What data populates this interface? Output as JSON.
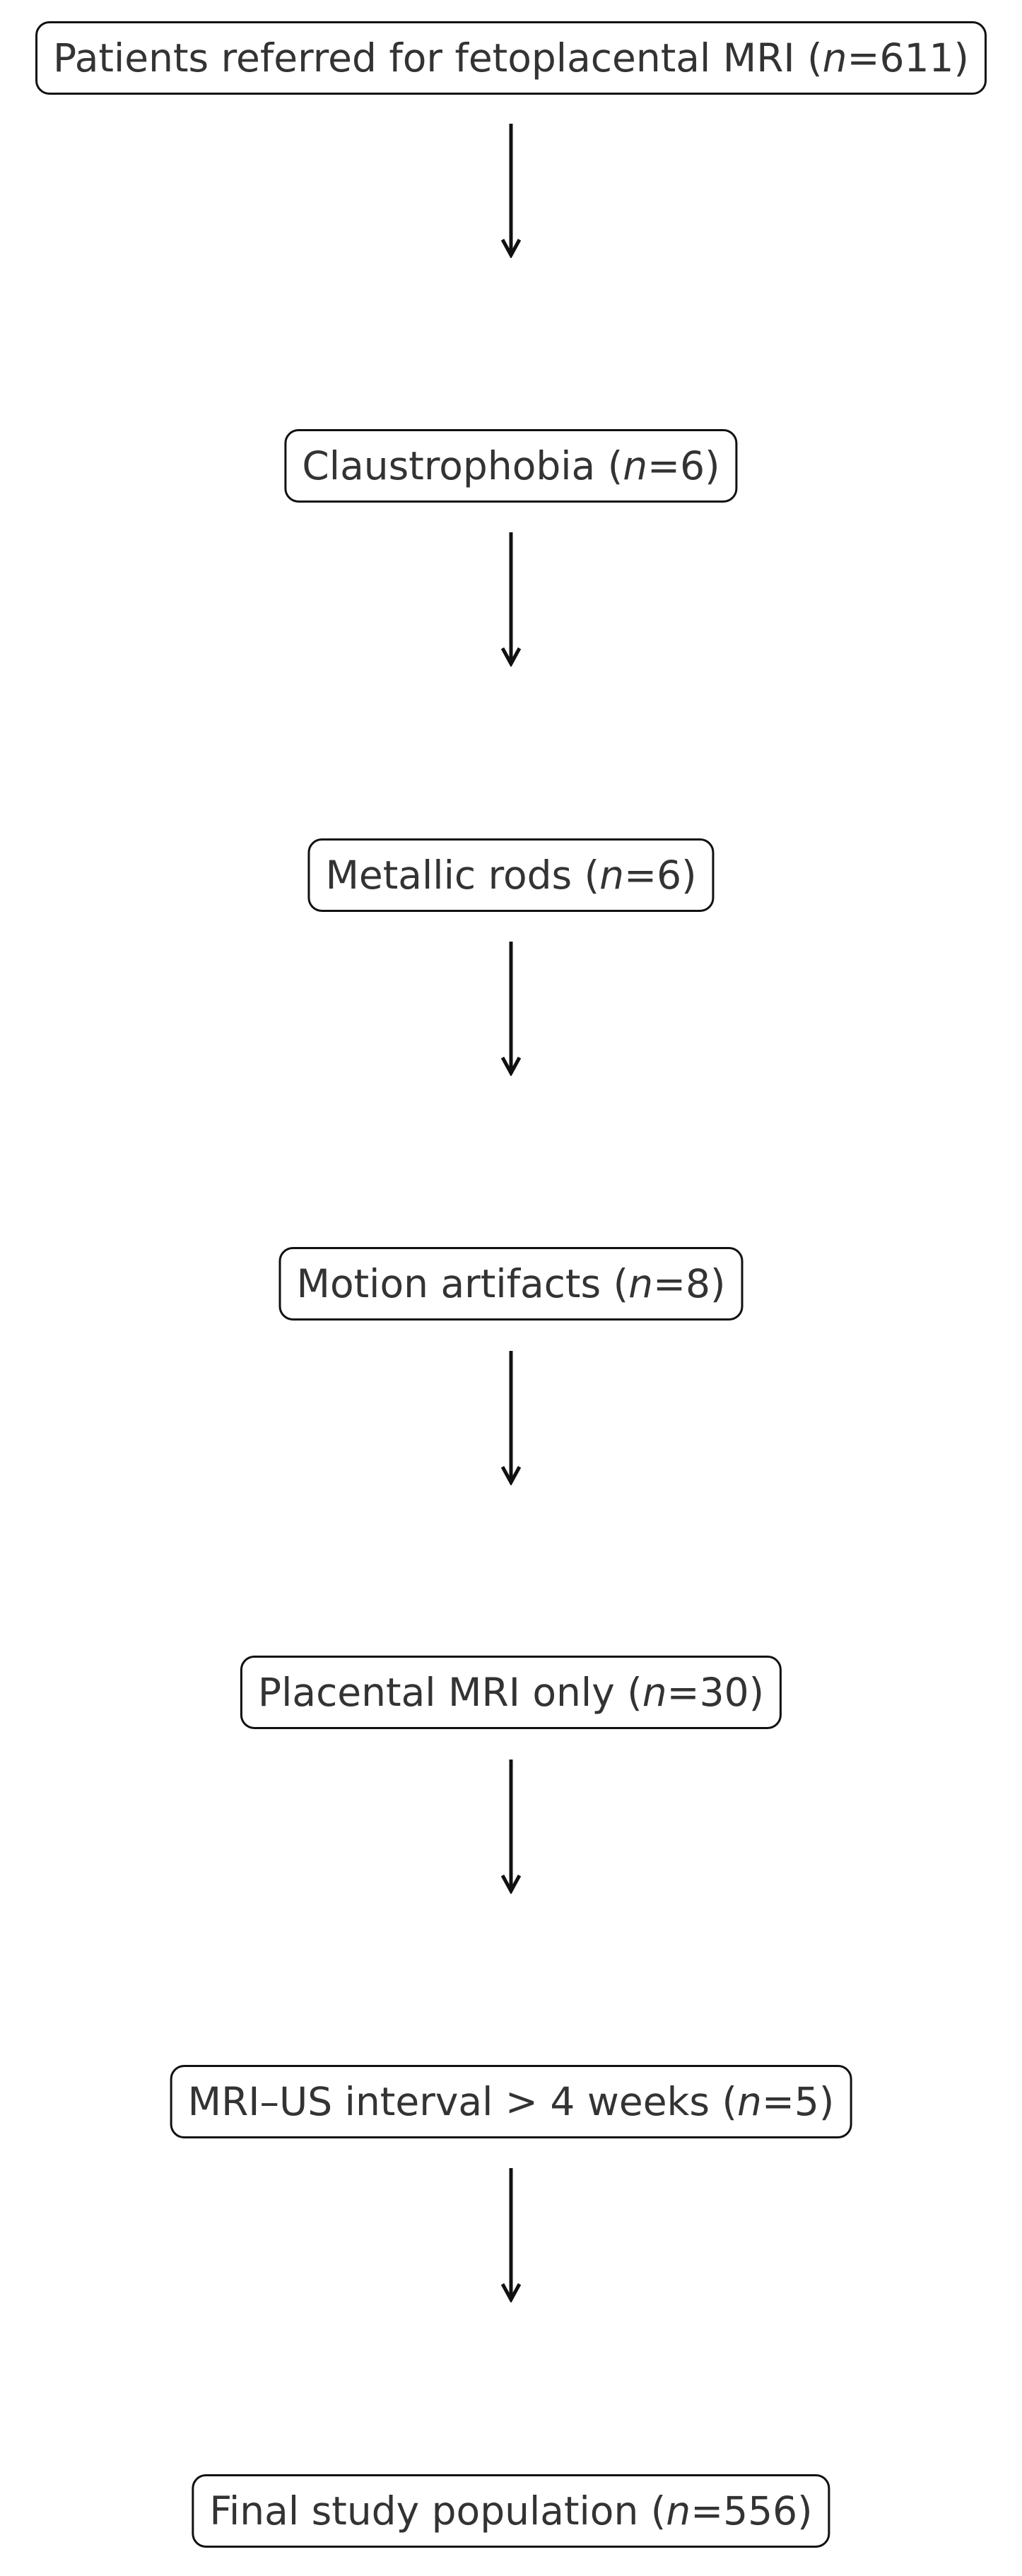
{
  "diagram": {
    "type": "flowchart",
    "direction": "top-to-bottom",
    "colors": {
      "box_border": "#111111",
      "text": "#333333",
      "arrow": "#111111",
      "background": "#ffffff"
    },
    "steps": [
      {
        "label": "Patients referred for fetoplacental MRI (",
        "n_symbol": "n",
        "n_value": "=611)"
      },
      {
        "label": "Claustrophobia (",
        "n_symbol": "n",
        "n_value": "=6)"
      },
      {
        "label": "Metallic rods (",
        "n_symbol": "n",
        "n_value": "=6)"
      },
      {
        "label": "Motion artifacts (",
        "n_symbol": "n",
        "n_value": "=8)"
      },
      {
        "label": "Placental MRI only (",
        "n_symbol": "n",
        "n_value": "=30)"
      },
      {
        "label": "MRI–US interval > 4 weeks (",
        "n_symbol": "n",
        "n_value": "=5)"
      },
      {
        "label": "Final study population (",
        "n_symbol": "n",
        "n_value": "=556)"
      }
    ]
  }
}
